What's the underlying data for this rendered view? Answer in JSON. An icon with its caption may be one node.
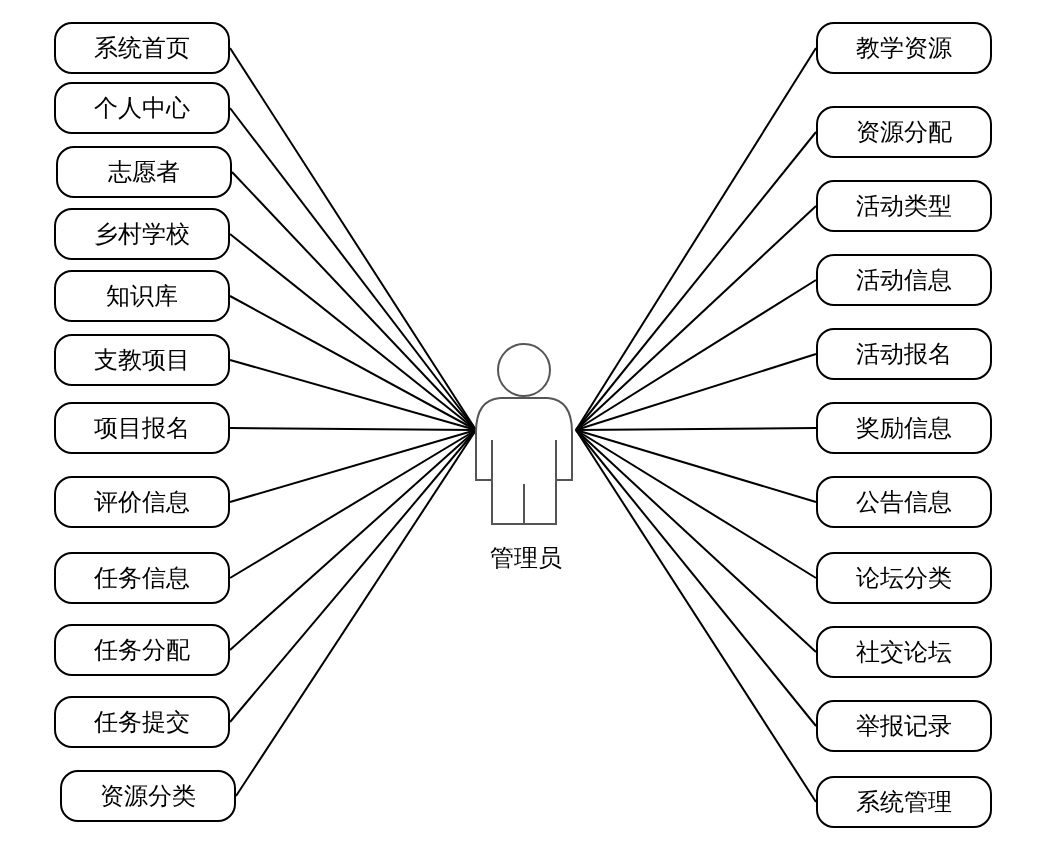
{
  "diagram": {
    "nodes": [
      {
        "text": [
          "系统首页"
        ]
      },
      {
        "text": [
          "个人中心"
        ]
      },
      {
        "text": [
          "志愿者"
        ]
      },
      {
        "text": [
          "乡村学校"
        ]
      },
      {
        "text": [
          "知识库"
        ]
      },
      {
        "text": [
          "支教项目"
        ]
      },
      {
        "text": [
          "项目报名"
        ]
      },
      {
        "text": [
          "评价信息"
        ]
      },
      {
        "text": [
          "任务信息"
        ]
      },
      {
        "text": [
          "任务分配"
        ]
      },
      {
        "text": [
          "任务提交"
        ]
      },
      {
        "text": [
          "资源分类"
        ]
      },
      {
        "text": [
          "管理员"
        ]
      },
      {
        "text": [
          "教学资源"
        ]
      },
      {
        "text": [
          "资源分配"
        ]
      },
      {
        "text": [
          "活动类型"
        ]
      },
      {
        "text": [
          "活动信息"
        ]
      },
      {
        "text": [
          "活动报名"
        ]
      },
      {
        "text": [
          "奖励信息"
        ]
      },
      {
        "text": [
          "公告信息"
        ]
      },
      {
        "text": [
          "论坛分类"
        ]
      },
      {
        "text": [
          "社交论坛"
        ]
      },
      {
        "text": [
          "举报记录"
        ]
      },
      {
        "text": [
          "系统管理"
        ]
      }
    ],
    "edges": [
      {
        "from": 12,
        "to": 0,
        "arrow": "none"
      },
      {
        "from": 12,
        "to": 1,
        "arrow": "none"
      },
      {
        "from": 12,
        "to": 2,
        "arrow": "none"
      },
      {
        "from": 12,
        "to": 3,
        "arrow": "none"
      },
      {
        "from": 12,
        "to": 4,
        "arrow": "none"
      },
      {
        "from": 12,
        "to": 5,
        "arrow": "none"
      },
      {
        "from": 12,
        "to": 6,
        "arrow": "none"
      },
      {
        "from": 12,
        "to": 7,
        "arrow": "none"
      },
      {
        "from": 12,
        "to": 8,
        "arrow": "none"
      },
      {
        "from": 12,
        "to": 9,
        "arrow": "none"
      },
      {
        "from": 12,
        "to": 10,
        "arrow": "none"
      },
      {
        "from": 12,
        "to": 11,
        "arrow": "none"
      },
      {
        "from": 12,
        "to": 13,
        "arrow": "none"
      },
      {
        "from": 12,
        "to": 14,
        "arrow": "none"
      },
      {
        "from": 12,
        "to": 15,
        "arrow": "none"
      },
      {
        "from": 12,
        "to": 16,
        "arrow": "none"
      },
      {
        "from": 12,
        "to": 17,
        "arrow": "none"
      },
      {
        "from": 12,
        "to": 18,
        "arrow": "none"
      },
      {
        "from": 12,
        "to": 19,
        "arrow": "none"
      },
      {
        "from": 12,
        "to": 20,
        "arrow": "none"
      },
      {
        "from": 12,
        "to": 21,
        "arrow": "none"
      },
      {
        "from": 12,
        "to": 22,
        "arrow": "none"
      },
      {
        "from": 12,
        "to": 23,
        "arrow": "none"
      }
    ]
  }
}
